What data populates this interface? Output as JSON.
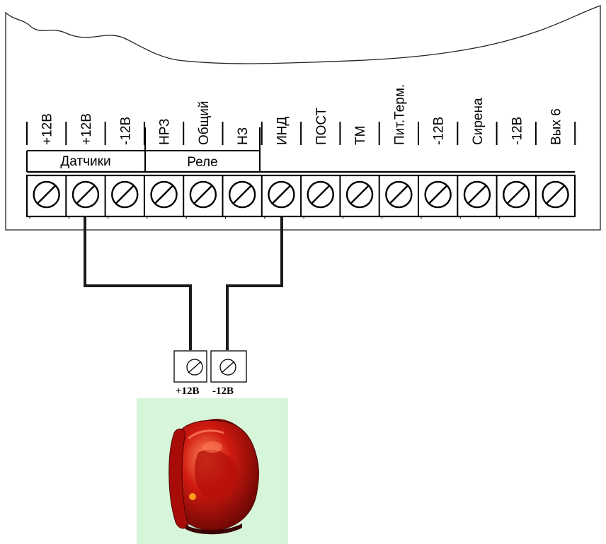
{
  "terminals": [
    {
      "label": "+12В"
    },
    {
      "label": "+12В"
    },
    {
      "label": "-12В"
    },
    {
      "label": "НРЗ"
    },
    {
      "label": "Общий"
    },
    {
      "label": "НЗ"
    },
    {
      "label": "ИНД"
    },
    {
      "label": "ПОСТ"
    },
    {
      "label": "ТМ"
    },
    {
      "label": "Пит.Терм."
    },
    {
      "label": "-12В"
    },
    {
      "label": "Сирена"
    },
    {
      "label": "-12В"
    },
    {
      "label": "Вых 6"
    }
  ],
  "groups": [
    {
      "label": "Датчики"
    },
    {
      "label": "Реле"
    }
  ],
  "device": {
    "terminal_labels": [
      "+12В",
      "-12В"
    ],
    "image": "red-siren-strobe-light"
  },
  "colors": {
    "wire": "#1a1a1a",
    "device_background": "#d7f5d9",
    "siren_red": "#c8140f"
  }
}
